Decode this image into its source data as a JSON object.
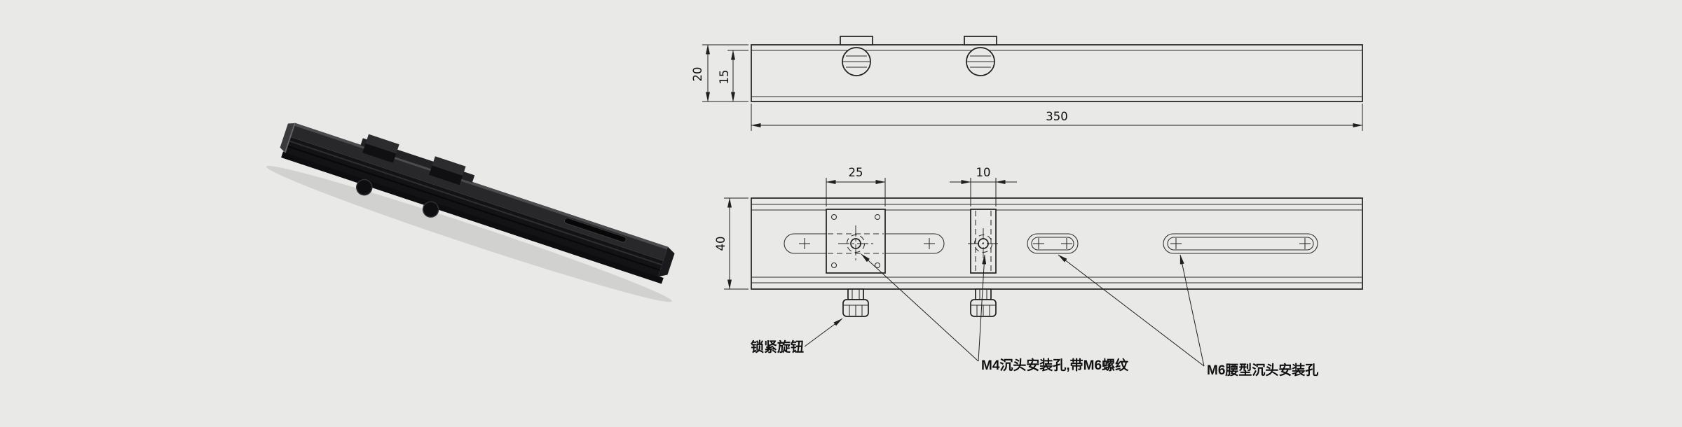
{
  "drawing": {
    "dimensions": {
      "side_height": "20",
      "side_inner_height": "15",
      "length": "350",
      "carriage_width": "25",
      "clamp_width": "10",
      "rail_width": "40"
    },
    "annotations": {
      "lock_knob": "锁紧旋钮",
      "m4_hole": "M4沉头安装孔,带M6螺纹",
      "m6_slot": "M6腰型沉头安装孔"
    },
    "colors": {
      "background": "#e9e9e8",
      "line": "#1f1f1f",
      "product_body": "#131315"
    }
  }
}
